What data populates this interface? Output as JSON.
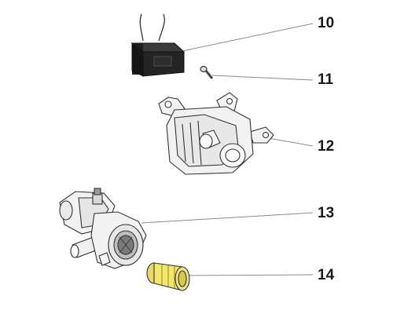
{
  "callouts": [
    "10",
    "11",
    "12",
    "13",
    "14"
  ],
  "parts": [
    {
      "number": "10",
      "icon": "pump-coil-icon"
    },
    {
      "number": "11",
      "icon": "screw-icon"
    },
    {
      "number": "12",
      "icon": "pump-body-icon"
    },
    {
      "number": "13",
      "icon": "drain-pump-assembly-icon"
    },
    {
      "number": "14",
      "icon": "filter-icon"
    }
  ],
  "colors": {
    "line": "#8a8a8a",
    "outline": "#333333",
    "part_fill": "#f2f2f2",
    "coil_fill": "#1e1e1e",
    "filter_fill": "#f3e66a"
  }
}
